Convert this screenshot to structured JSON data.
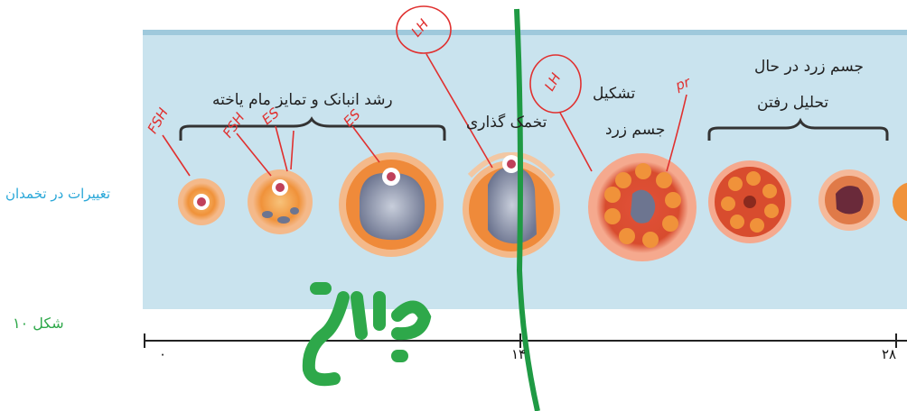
{
  "side_label": "تغییرات در تخمدان",
  "figure_label": "شکل ۱۰",
  "stages": {
    "follicle_growth": "رشد انبانک و تمایز مام یاخته",
    "ovulation": "تخمک گذاری",
    "corpus_formation_line1": "تشکیل",
    "corpus_formation_line2": "جسم زرد",
    "corpus_regression_line1": "جسم زرد در حال",
    "corpus_regression_line2": "تحلیل رفتن"
  },
  "axis_ticks": [
    "۰",
    "۱۴",
    "۲۸"
  ],
  "handwritten": {
    "fsh": "FSH",
    "fsh2": "FSH",
    "lh_circle_1": "LH",
    "lh_circle_2": "LH",
    "es": "ES",
    "es2": "ES",
    "pr": "pr"
  },
  "watermark_text": "مبین",
  "colors": {
    "panel": "#c9e3ee",
    "follicle_orange": "#f0923a",
    "corpus_red": "#c63a24",
    "ink_red": "#e0302f",
    "ink_green": "#1f9a44"
  }
}
